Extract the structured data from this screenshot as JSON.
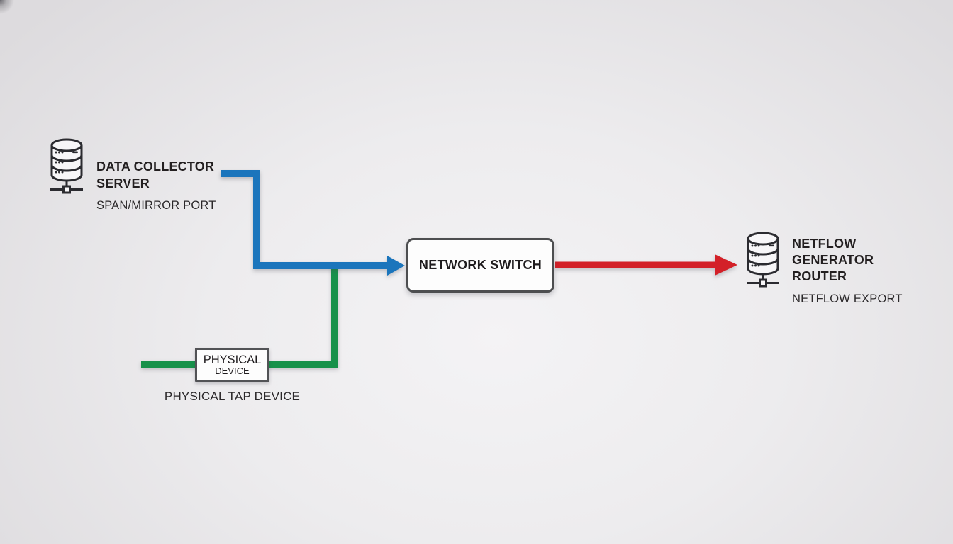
{
  "colors": {
    "blue": "#1b75bc",
    "green": "#17914a",
    "red": "#d32028",
    "box_border": "#4d4e50",
    "icon_stroke": "#2b2b30",
    "icon_fill": "#f7f6f8",
    "text": "#231f20"
  },
  "nodes": {
    "data_collector_server": {
      "icon": "server-stack-icon",
      "title_lines": [
        "DATA COLLECTOR",
        "SERVER"
      ],
      "subtitle": "SPAN/MIRROR PORT"
    },
    "network_switch": {
      "label": "NETWORK SWITCH"
    },
    "physical_device": {
      "box_lines": [
        "PHYSICAL",
        "DEVICE"
      ],
      "caption": "PHYSICAL TAP DEVICE"
    },
    "netflow_generator_router": {
      "icon": "server-stack-icon",
      "title_lines": [
        "NETFLOW",
        "GENERATOR",
        "ROUTER"
      ],
      "subtitle": "NETFLOW EXPORT"
    }
  },
  "connections": [
    {
      "name": "span-mirror-to-switch",
      "from": "data_collector_server",
      "to": "network_switch",
      "color_key": "blue",
      "arrow": true
    },
    {
      "name": "physical-tap-to-switch",
      "from": "physical_device",
      "to": "network_switch",
      "color_key": "green",
      "arrow": false
    },
    {
      "name": "switch-to-netflow-router",
      "from": "network_switch",
      "to": "netflow_generator_router",
      "color_key": "red",
      "arrow": true
    }
  ]
}
